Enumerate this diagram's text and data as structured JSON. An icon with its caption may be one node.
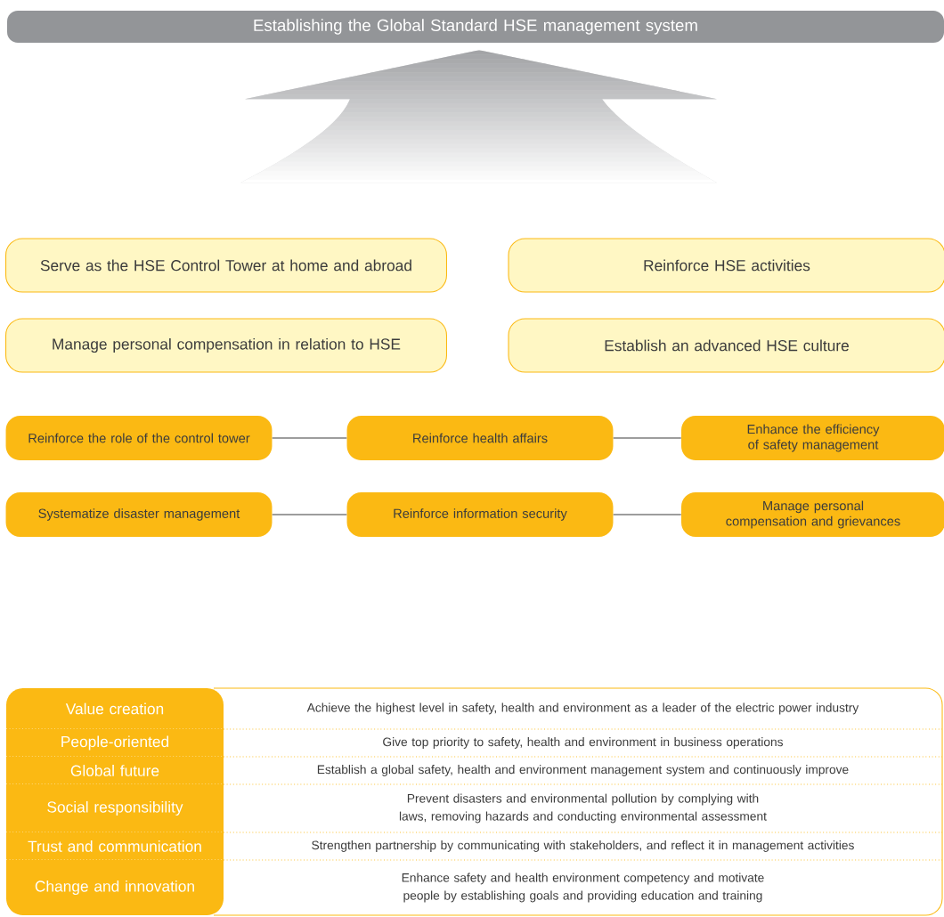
{
  "diagram": {
    "nodes": [
      {
        "text": [
          "Establishing the Global Standard HSE management system"
        ]
      },
      {
        "text": [
          "Serve as the HSE Control Tower at home and abroad"
        ]
      },
      {
        "text": [
          "Reinforce HSE activities"
        ]
      },
      {
        "text": [
          "Manage personal compensation in relation to HSE"
        ]
      },
      {
        "text": [
          "Establish an advanced HSE culture"
        ]
      },
      {
        "text": [
          "Reinforce the role of the control tower"
        ]
      },
      {
        "text": [
          "Reinforce health affairs"
        ]
      },
      {
        "text": [
          "Enhance the efficiency of safety management"
        ]
      },
      {
        "text": [
          "Systematize disaster management"
        ]
      },
      {
        "text": [
          "Reinforce information security"
        ]
      },
      {
        "text": [
          "Manage personal compensation and grievances"
        ]
      }
    ],
    "edges": [
      {
        "from": 5,
        "to": 6,
        "arrow": "none"
      },
      {
        "from": 6,
        "to": 7,
        "arrow": "none"
      },
      {
        "from": 8,
        "to": 9,
        "arrow": "none"
      },
      {
        "from": 9,
        "to": 10,
        "arrow": "none"
      },
      {
        "from": null,
        "to": 0,
        "arrow": "to"
      }
    ],
    "labels": [
      "Value creation",
      "Achieve the highest level in safety, health and environment as a leader of the electric power industry",
      "People-oriented",
      "Give top priority to safety, health and environment in business operations",
      "Global future",
      "Establish a global safety, health and environment management system and continuously improve",
      "Social responsibility",
      "Prevent disasters and environmental pollution by complying with laws, removing hazards and conducting environmental assessment",
      "Trust and communication",
      "Strengthen partnership by communicating with stakeholders, and reflect it in management activities",
      "Change and innovation",
      "Enhance safety and health environment competency and motivate people by establishing goals and providing education and training"
    ]
  }
}
